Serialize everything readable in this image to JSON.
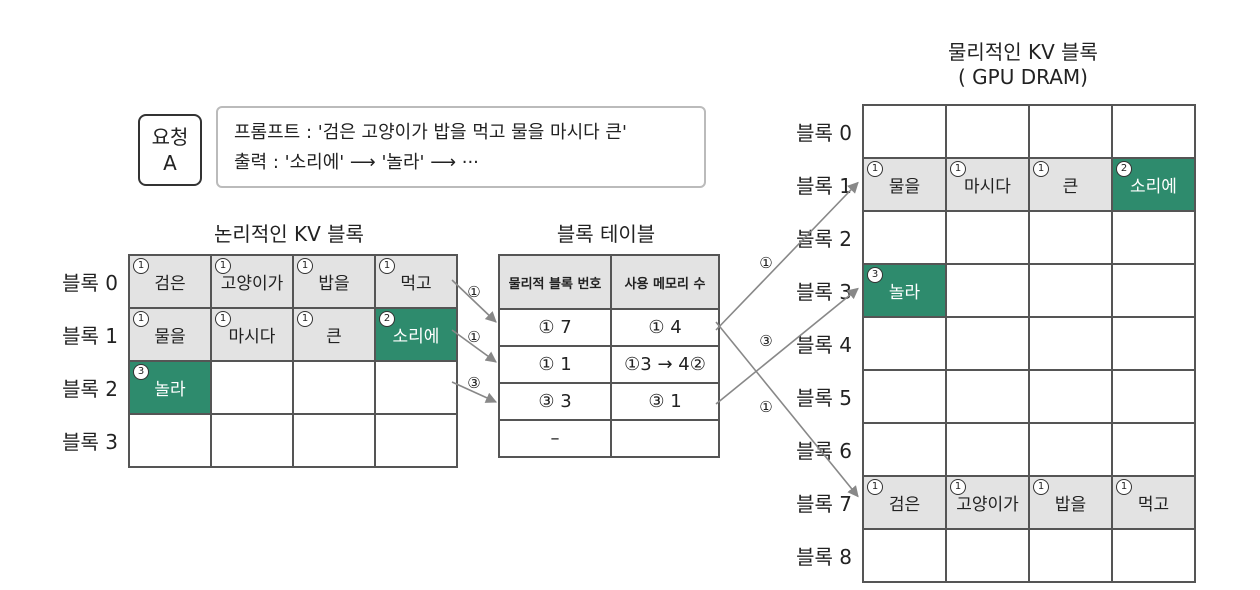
{
  "request": {
    "label_line1": "요청",
    "label_line2": "A",
    "prompt": "프롬프트 : '검은 고양이가 밥을 먹고 물을 마시다 큰'",
    "output": "출력 : '소리에' ⟶ '놀라' ⟶ ···"
  },
  "logical": {
    "title": "논리적인 KV 블록",
    "row_labels": [
      "블록 0",
      "블록 1",
      "블록 2",
      "블록 3"
    ],
    "rows": [
      [
        {
          "t": "검은",
          "b": "①",
          "s": "used"
        },
        {
          "t": "고양이가",
          "b": "①",
          "s": "used"
        },
        {
          "t": "밥을",
          "b": "①",
          "s": "used"
        },
        {
          "t": "먹고",
          "b": "①",
          "s": "used"
        }
      ],
      [
        {
          "t": "물을",
          "b": "①",
          "s": "used"
        },
        {
          "t": "마시다",
          "b": "①",
          "s": "used"
        },
        {
          "t": "큰",
          "b": "①",
          "s": "used"
        },
        {
          "t": "소리에",
          "b": "②",
          "s": "gen"
        }
      ],
      [
        {
          "t": "놀라",
          "b": "③",
          "s": "gen"
        },
        {
          "t": "",
          "b": "",
          "s": ""
        },
        {
          "t": "",
          "b": "",
          "s": ""
        },
        {
          "t": "",
          "b": "",
          "s": ""
        }
      ],
      [
        {
          "t": "",
          "b": "",
          "s": ""
        },
        {
          "t": "",
          "b": "",
          "s": ""
        },
        {
          "t": "",
          "b": "",
          "s": ""
        },
        {
          "t": "",
          "b": "",
          "s": ""
        }
      ]
    ]
  },
  "block_table": {
    "title": "블록 테이블",
    "headers": [
      "물리적 블록 번호",
      "사용 메모리 수"
    ],
    "rows": [
      [
        "① 7",
        "① 4"
      ],
      [
        "① 1",
        "①3 → 4②"
      ],
      [
        "③ 3",
        "③ 1"
      ],
      [
        "–",
        ""
      ]
    ]
  },
  "arrow_labels": {
    "left": [
      "①",
      "①",
      "③"
    ],
    "right": [
      "①",
      "③",
      "①"
    ]
  },
  "physical": {
    "title_line1": "물리적인 KV 블록",
    "title_line2": "( GPU DRAM)",
    "row_labels": [
      "블록 0",
      "블록 1",
      "블록 2",
      "블록 3",
      "블록 4",
      "블록 5",
      "블록 6",
      "블록 7",
      "블록 8"
    ],
    "rows": [
      [
        {
          "t": "",
          "b": "",
          "s": ""
        },
        {
          "t": "",
          "b": "",
          "s": ""
        },
        {
          "t": "",
          "b": "",
          "s": ""
        },
        {
          "t": "",
          "b": "",
          "s": ""
        }
      ],
      [
        {
          "t": "물을",
          "b": "①",
          "s": "used"
        },
        {
          "t": "마시다",
          "b": "①",
          "s": "used"
        },
        {
          "t": "큰",
          "b": "①",
          "s": "used"
        },
        {
          "t": "소리에",
          "b": "②",
          "s": "gen"
        }
      ],
      [
        {
          "t": "",
          "b": "",
          "s": ""
        },
        {
          "t": "",
          "b": "",
          "s": ""
        },
        {
          "t": "",
          "b": "",
          "s": ""
        },
        {
          "t": "",
          "b": "",
          "s": ""
        }
      ],
      [
        {
          "t": "놀라",
          "b": "③",
          "s": "gen"
        },
        {
          "t": "",
          "b": "",
          "s": ""
        },
        {
          "t": "",
          "b": "",
          "s": ""
        },
        {
          "t": "",
          "b": "",
          "s": ""
        }
      ],
      [
        {
          "t": "",
          "b": "",
          "s": ""
        },
        {
          "t": "",
          "b": "",
          "s": ""
        },
        {
          "t": "",
          "b": "",
          "s": ""
        },
        {
          "t": "",
          "b": "",
          "s": ""
        }
      ],
      [
        {
          "t": "",
          "b": "",
          "s": ""
        },
        {
          "t": "",
          "b": "",
          "s": ""
        },
        {
          "t": "",
          "b": "",
          "s": ""
        },
        {
          "t": "",
          "b": "",
          "s": ""
        }
      ],
      [
        {
          "t": "",
          "b": "",
          "s": ""
        },
        {
          "t": "",
          "b": "",
          "s": ""
        },
        {
          "t": "",
          "b": "",
          "s": ""
        },
        {
          "t": "",
          "b": "",
          "s": ""
        }
      ],
      [
        {
          "t": "검은",
          "b": "①",
          "s": "used"
        },
        {
          "t": "고양이가",
          "b": "①",
          "s": "used"
        },
        {
          "t": "밥을",
          "b": "①",
          "s": "used"
        },
        {
          "t": "먹고",
          "b": "①",
          "s": "used"
        }
      ],
      [
        {
          "t": "",
          "b": "",
          "s": ""
        },
        {
          "t": "",
          "b": "",
          "s": ""
        },
        {
          "t": "",
          "b": "",
          "s": ""
        },
        {
          "t": "",
          "b": "",
          "s": ""
        }
      ]
    ]
  },
  "colors": {
    "generated_cell": "#2e8b6d",
    "used_cell": "#e3e3e3",
    "arrow": "#888888"
  }
}
